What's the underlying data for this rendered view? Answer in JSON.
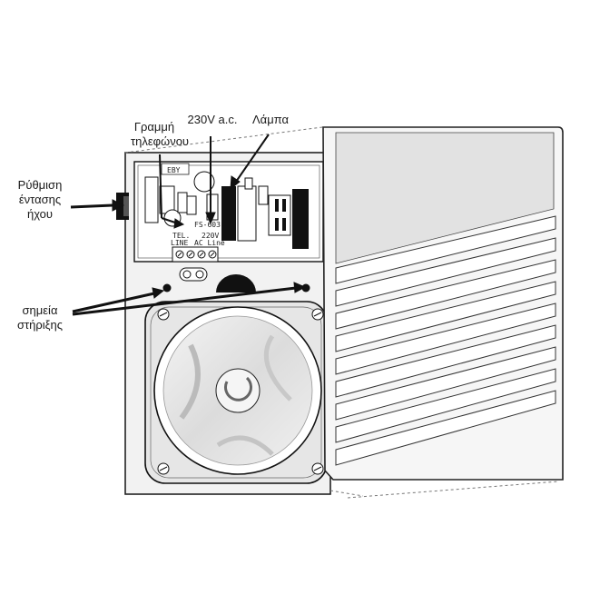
{
  "labels": {
    "volume_line1": "Ρύθμιση",
    "volume_line2": "έντασης",
    "volume_line3": "ήχου",
    "phone_line1": "Γραμμή",
    "phone_line2": "τηλεφώνου",
    "power": "230V a.c.",
    "lamp": "Λάμπα",
    "mount_line1": "σημεία",
    "mount_line2": "στήριξης"
  },
  "board": {
    "brand": "EBY",
    "model": "FS-603",
    "tel_line1": "TEL.",
    "tel_line2": "LINE",
    "ac_line1": "220V",
    "ac_line2": "AC Line"
  }
}
